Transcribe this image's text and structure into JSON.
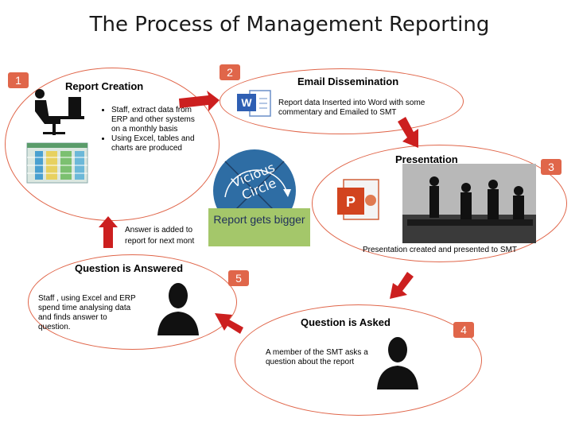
{
  "title": "The Process of Management Reporting",
  "steps": [
    {
      "number": "1",
      "heading": "Report Creation",
      "bullets": [
        "Staff, extract data from ERP and other systems on a monthly basis",
        "Using Excel, tables and charts are produced"
      ]
    },
    {
      "number": "2",
      "heading": "Email Dissemination",
      "text": "Report data Inserted into Word with some commentary and Emailed to SMT"
    },
    {
      "number": "3",
      "heading": "Presentation",
      "text": "Presentation created and presented to SMT"
    },
    {
      "number": "4",
      "heading": "Question is Asked",
      "text": "A member of the SMT asks a question about the report"
    },
    {
      "number": "5",
      "heading": "Question is Answered",
      "text": "Staff , using Excel and ERP spend time analysing data and finds answer to question."
    }
  ],
  "answer_note": "Answer is added to report for next mont",
  "vicious_circle": "Vicious Circle",
  "report_gets_bigger": "Report gets bigger",
  "colors": {
    "accent": "#e0664a",
    "arrow": "#cc1f1f",
    "green_box": "#a4c76a",
    "circle": "#2e6da4"
  },
  "icons": [
    "computer-user-icon",
    "spreadsheet-icon",
    "word-icon",
    "powerpoint-icon",
    "meeting-silhouette-icon",
    "person-silhouette-icon"
  ]
}
